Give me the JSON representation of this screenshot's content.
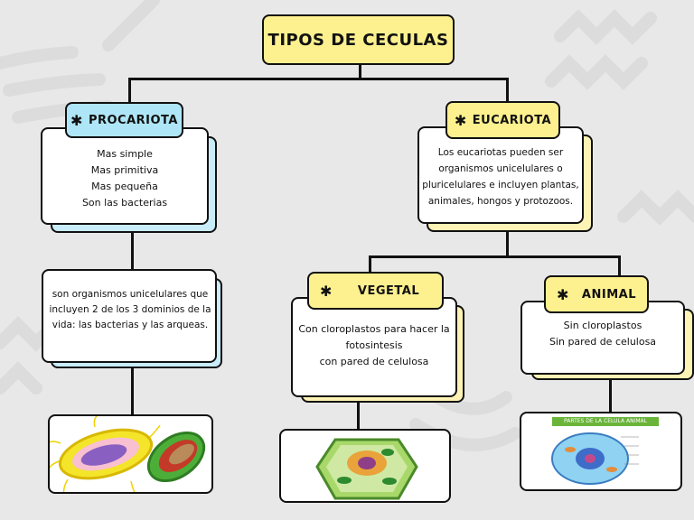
{
  "title": "TIPOS DE CECULAS",
  "procariota": {
    "heading_icon": "✱",
    "heading": "PROCARIOTA",
    "traits": [
      "Mas simple",
      "Mas primitiva",
      "Mas pequeña",
      "Son las bacterias"
    ],
    "detail": "son organismos unicelulares que incluyen 2 de los 3 dominios de la vida: las bacterias y las arqueas."
  },
  "eucariota": {
    "heading_icon": "✱",
    "heading": "EUCARIOTA",
    "description": "Los eucariotas pueden ser organismos unicelulares o pluricelulares e incluyen plantas, animales, hongos y protozoos."
  },
  "vegetal": {
    "heading_icon": "✱",
    "heading": "VEGETAL",
    "traits": [
      "Con cloroplastos para hacer la fotosintesis",
      "con pared de celulosa"
    ]
  },
  "animal": {
    "heading_icon": "✱",
    "heading": "ANIMAL",
    "traits": [
      "Sin cloroplastos",
      "Sin pared de celulosa"
    ],
    "image_caption": "PARTES DE LA CELULA ANIMAL"
  },
  "colors": {
    "yellow": "#fdf08f",
    "blue": "#aee6f7",
    "cream": "#fdf3b4",
    "sky": "#c8ecf8"
  }
}
